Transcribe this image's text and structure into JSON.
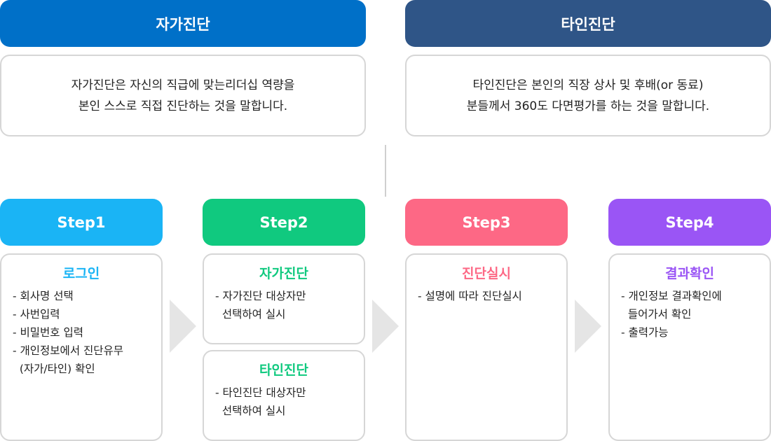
{
  "self": {
    "title": "자가진단",
    "desc": [
      "자가진단은 자신의 직급에 맞는리더십 역량을",
      "본인 스스로 직접 진단하는 것을 말합니다."
    ],
    "color": "#0070c8"
  },
  "other": {
    "title": "타인진단",
    "desc": [
      "타인진단은 본인의 직장 상사 및 후배(or 동료)",
      "분들께서 360도 다면평가를 하는 것을 말합니다."
    ],
    "color": "#2f5587"
  },
  "steps": [
    {
      "label": "Step1",
      "color": "#1ab4f5",
      "boxes": [
        {
          "title": "로그인",
          "lines": [
            "- 회사명 선택",
            "- 사번입력",
            "- 비밀번호 입력",
            "- 개인정보에서 진단유무",
            "  (자가/타인) 확인"
          ]
        }
      ]
    },
    {
      "label": "Step2",
      "color": "#10c97f",
      "boxes": [
        {
          "title": "자가진단",
          "lines": [
            "- 자가진단 대상자만",
            "  선택하여 실시"
          ]
        },
        {
          "title": "타인진단",
          "lines": [
            "- 타인진단 대상자만",
            "  선택하여 실시"
          ]
        }
      ]
    },
    {
      "label": "Step3",
      "color": "#fd6885",
      "boxes": [
        {
          "title": "진단실시",
          "lines": [
            "- 설명에 따라 진단실시"
          ]
        }
      ]
    },
    {
      "label": "Step4",
      "color": "#9a55f5",
      "boxes": [
        {
          "title": "결과확인",
          "lines": [
            "- 개인정보 결과확인에",
            "  들어가서 확인",
            "- 출력가능"
          ]
        }
      ]
    }
  ]
}
